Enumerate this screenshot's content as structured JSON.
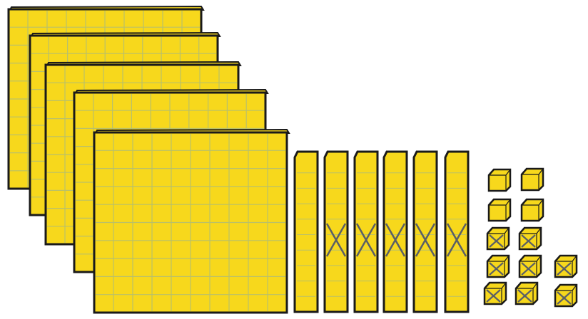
{
  "colors": {
    "block_fill": "#f7d81c",
    "grid_line": "#b9c06a",
    "outline": "#1a1a1a",
    "cross_mark": "#5a5f66",
    "background": "#ffffff"
  },
  "hundreds": {
    "count": 5,
    "grid_cells_per_side": 10
  },
  "tens": {
    "count": 6,
    "segments_each": 10,
    "crossed_out": [
      false,
      true,
      true,
      true,
      true,
      true
    ]
  },
  "ones": {
    "count": 12,
    "crossed_out": [
      false,
      false,
      false,
      false,
      true,
      true,
      true,
      true,
      true,
      true,
      true,
      true
    ]
  }
}
